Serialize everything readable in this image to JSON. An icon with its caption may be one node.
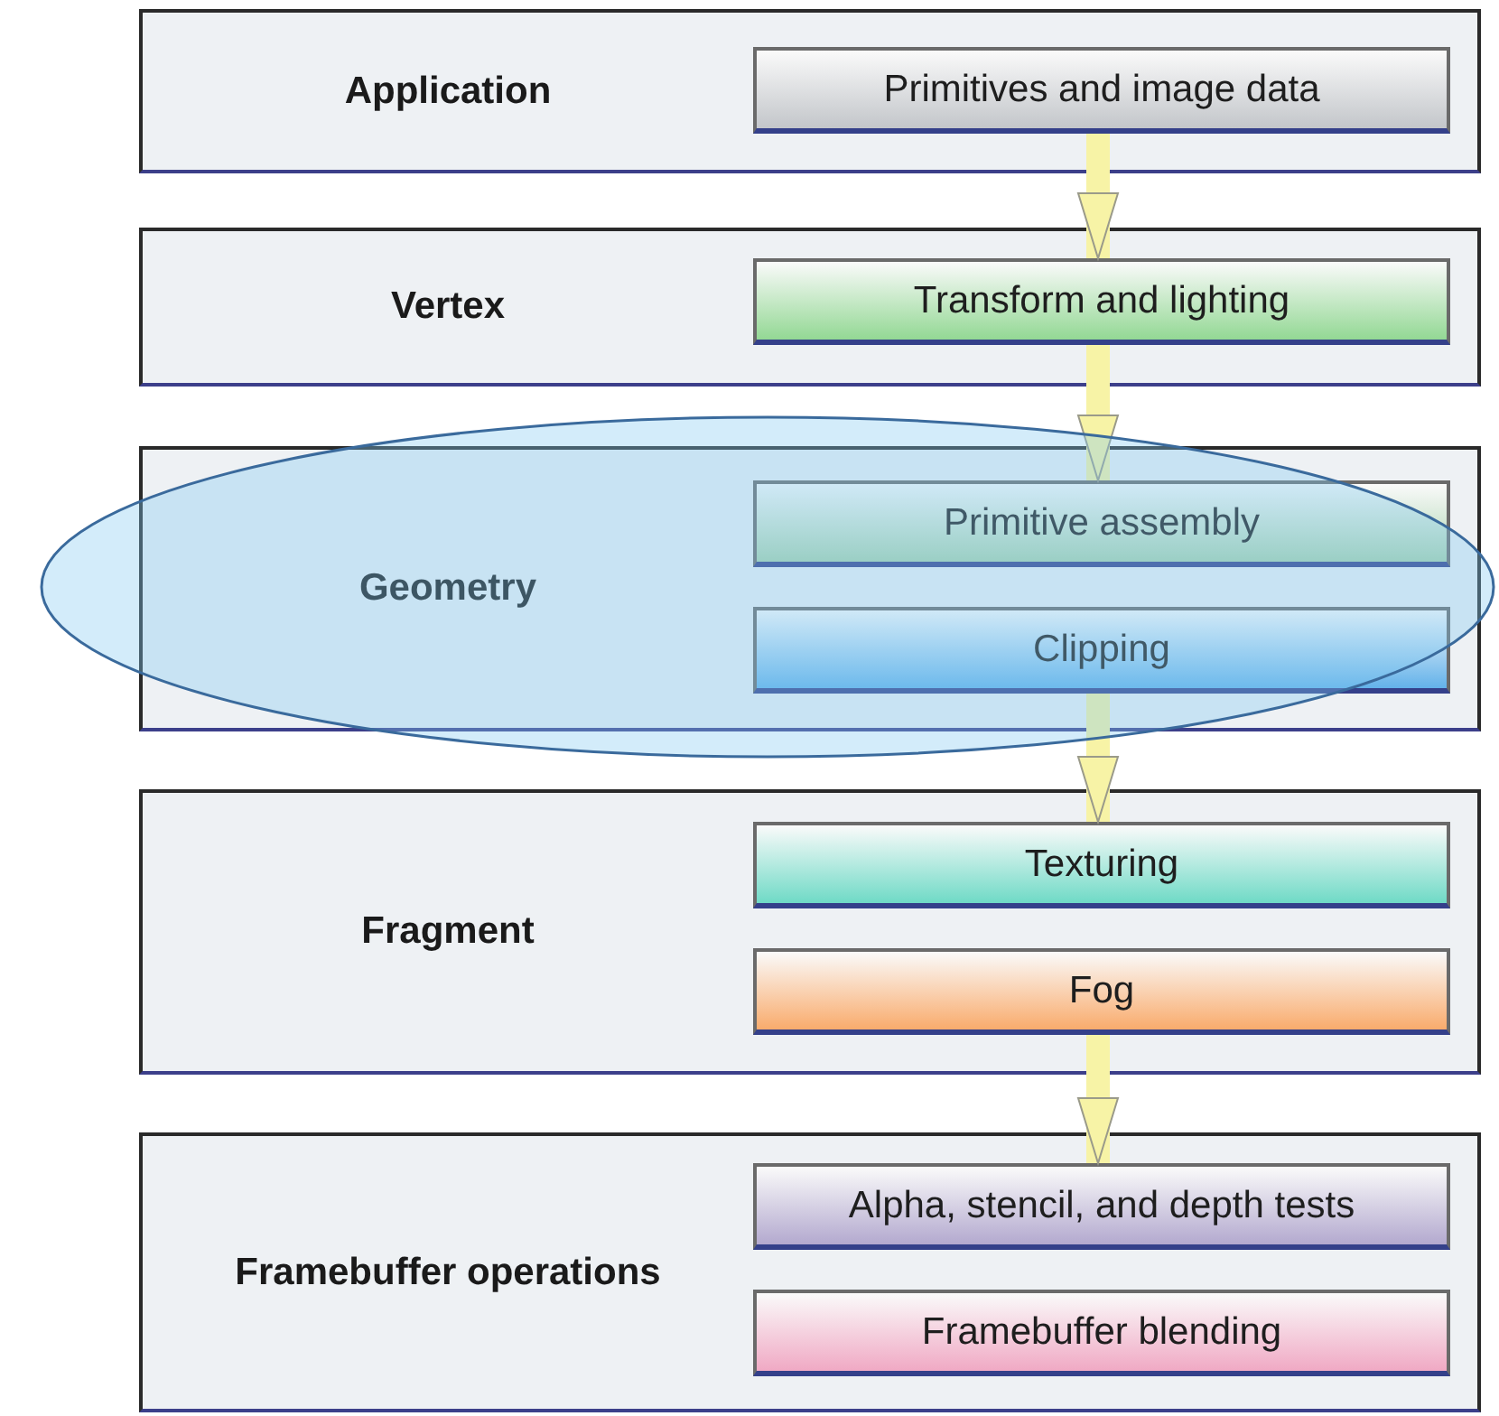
{
  "diagram": {
    "nodes": [
      {
        "text": [
          "Application"
        ]
      },
      {
        "text": [
          "Primitives and image data"
        ],
        "in": 0
      },
      {
        "text": [
          "Vertex"
        ]
      },
      {
        "text": [
          "Transform and lighting"
        ],
        "in": 2
      },
      {
        "text": [
          "Geometry"
        ]
      },
      {
        "text": [
          "Primitive assembly"
        ],
        "in": 4
      },
      {
        "text": [
          "Clipping"
        ],
        "in": 4
      },
      {
        "text": [
          "Fragment"
        ]
      },
      {
        "text": [
          "Texturing"
        ],
        "in": 7
      },
      {
        "text": [
          "Fog"
        ],
        "in": 7
      },
      {
        "text": [
          "Framebuffer operations"
        ]
      },
      {
        "text": [
          "Alpha, stencil, and depth tests"
        ],
        "in": 10
      },
      {
        "text": [
          "Framebuffer blending"
        ],
        "in": 10
      }
    ],
    "edges": [
      {
        "from": 1,
        "to": 3,
        "arrow": "to"
      },
      {
        "from": 3,
        "to": 5,
        "arrow": "to"
      },
      {
        "from": 6,
        "to": 8,
        "arrow": "to"
      },
      {
        "from": 9,
        "to": 11,
        "arrow": "to"
      }
    ]
  }
}
